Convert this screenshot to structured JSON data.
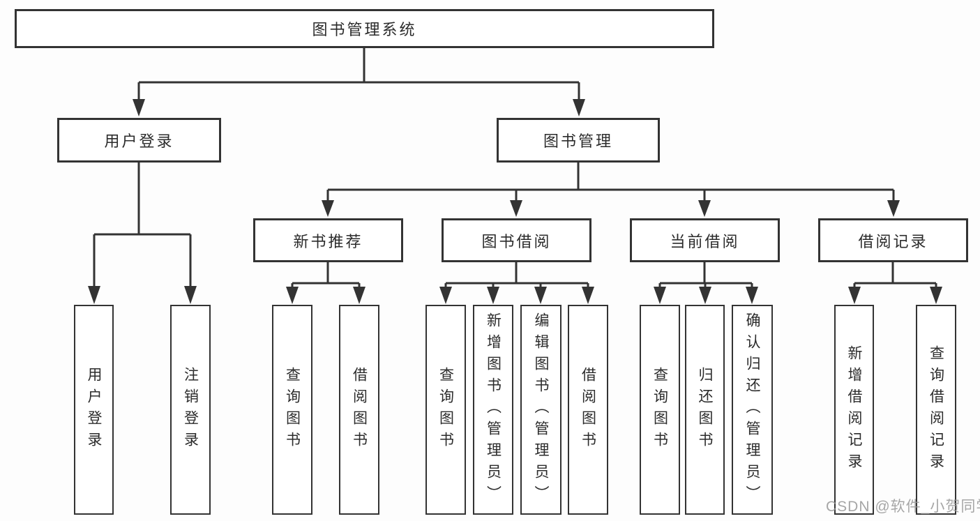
{
  "root": {
    "label": "图书管理系统"
  },
  "level2": {
    "user_login": {
      "label": "用户登录",
      "children": [
        {
          "label": "用户登录"
        },
        {
          "label": "注销登录"
        }
      ]
    },
    "book_mgmt": {
      "label": "图书管理"
    }
  },
  "level3": {
    "new_books": {
      "label": "新书推荐",
      "children": [
        {
          "label": "查询图书"
        },
        {
          "label": "借阅图书"
        }
      ]
    },
    "book_borrow": {
      "label": "图书借阅",
      "children": [
        {
          "label": "查询图书"
        },
        {
          "label": "新增图书（管理员）"
        },
        {
          "label": "编辑图书（管理员）"
        },
        {
          "label": "借阅图书"
        }
      ]
    },
    "current_borrow": {
      "label": "当前借阅",
      "children": [
        {
          "label": "查询图书"
        },
        {
          "label": "归还图书"
        },
        {
          "label": "确认归还（管理员）"
        }
      ]
    },
    "borrow_records": {
      "label": "借阅记录",
      "children": [
        {
          "label": "新增借阅记录"
        },
        {
          "label": "查询借阅记录"
        }
      ]
    }
  },
  "watermark": {
    "text": "CSDN @软件_小贺同学"
  },
  "colors": {
    "line": "#333333",
    "box_border": "#333333",
    "box_fill": "#ffffff",
    "text": "#2b2b2b",
    "watermark": "#969696",
    "background": "#fdfdfd"
  }
}
